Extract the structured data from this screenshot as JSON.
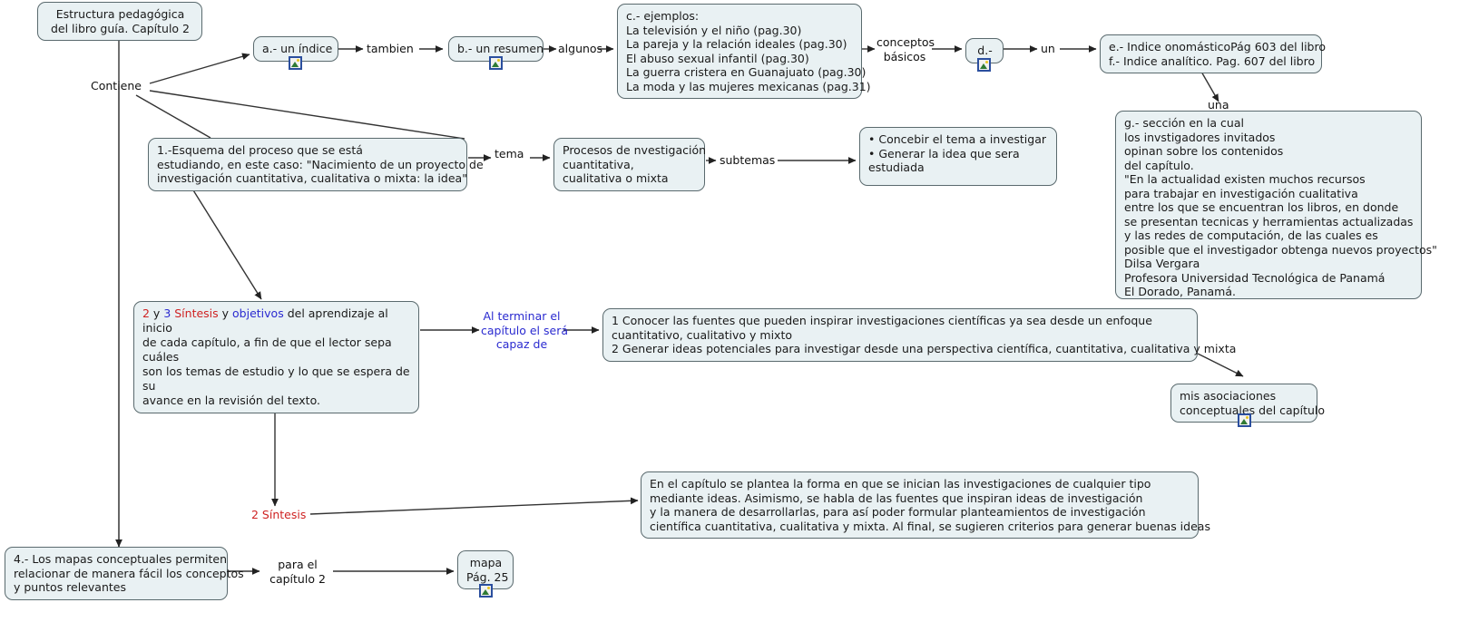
{
  "diagram": {
    "title": "Estructura pedagógica del libro guía. Capítulo 2",
    "type": "concept-map",
    "background_color": "#ffffff",
    "node_fill": "#e9f1f3",
    "node_border": "#5a6a6e",
    "accent_red": "#cf2222",
    "accent_blue": "#2a2ad0"
  },
  "nodes": {
    "root": "Estructura pedagógica\ndel libro guía. Capítulo 2",
    "indice": "a.- un índice",
    "resumen": "b.- un resumen",
    "ejemplos": "c.- ejemplos:\nLa televisión y el niño (pag.30)\nLa pareja y la relación ideales (pag.30)\nEl abuso sexual infantil (pag.30)\nLa guerra cristera en Guanajuato (pag.30)\nLa moda y las mujeres mexicanas (pag.31)",
    "d_node": "d.-",
    "indices_ef": "e.- Indice onomásticoPág 603 del libro\nf.- Indice analítico. Pag. 607 del libro",
    "seccion_g": "g.- sección en la cual\nlos invstigadores invitados\nopinan sobre los contenidos\ndel capítulo.\n\"En la actualidad existen muchos recursos\npara trabajar en investigación cualitativa\nentre los que se encuentran los libros, en donde\nse presentan tecnicas y herramientas actualizadas\ny las redes de computación, de las cuales es\nposible que el investigador obtenga nuevos proyectos\"\nDilsa Vergara\nProfesora Universidad Tecnológica de Panamá\nEl Dorado, Panamá.",
    "esquema": "1.-Esquema del proceso que se está\nestudiando, en este caso: \"Nacimiento de un proyecto de\ninvestigación cuantitativa, cualitativa o mixta: la idea\"",
    "procesos": "Procesos de nvestigación\ncuantitativa,\ncualitativa o mixta",
    "concebir": "• Concebir el tema a investigar\n• Generar la idea que sera\nestudiada",
    "sintesis_objetivos_prefix_1": "2",
    "sintesis_objetivos_mid_1": " y ",
    "sintesis_objetivos_prefix_2": "3",
    "sintesis_objetivos_word_sintesis": "  Síntesis",
    "sintesis_objetivos_mid_2": " y ",
    "sintesis_objetivos_word_objetivos": "objetivos",
    "sintesis_objetivos_rest": " del aprendizaje al inicio\nde cada capítulo, a fin de que el lector sepa cuáles\nson los temas de estudio y lo que se espera de su\navance en la revisión del texto.",
    "capaz": "1 Conocer las fuentes que pueden inspirar investigaciones científicas ya sea desde un enfoque\ncuantitativo, cualitativo y mixto\n2 Generar ideas potenciales para investigar desde una perspectiva científica, cuantitativa, cualitativa y mixta",
    "asociaciones": "mis asociaciones\nconceptuales del capítulo",
    "resumen_capitulo": "En el capítulo se plantea la forma en que se inician las investigaciones de cualquier tipo\nmediante ideas. Asimismo, se habla de las fuentes que inspiran ideas de investigación\ny la manera de desarrollarlas, para así poder formular planteamientos de investigación\ncientífica cuantitativa, cualitativa y mixta. Al final, se sugieren criterios para generar buenas ideas",
    "mapas": "4.- Los mapas conceptuales permiten\nrelacionar de manera fácil los conceptos\ny puntos relevantes",
    "mapa_pag": "mapa\nPág. 25"
  },
  "link_labels": {
    "contiene": "Contiene",
    "tambien": "tambien",
    "algunos": "algunos",
    "conceptos_basicos": "conceptos\nbásicos",
    "un": "un",
    "una": "una",
    "tema": "tema",
    "subtemas": "subtemas",
    "al_terminar": "Al terminar el\ncapítulo el será\ncapaz de",
    "dos_sintesis": "2 Síntesis",
    "para_el_capitulo": "para el\ncapítulo 2"
  },
  "icons": {
    "image_icon": "image-icon"
  }
}
